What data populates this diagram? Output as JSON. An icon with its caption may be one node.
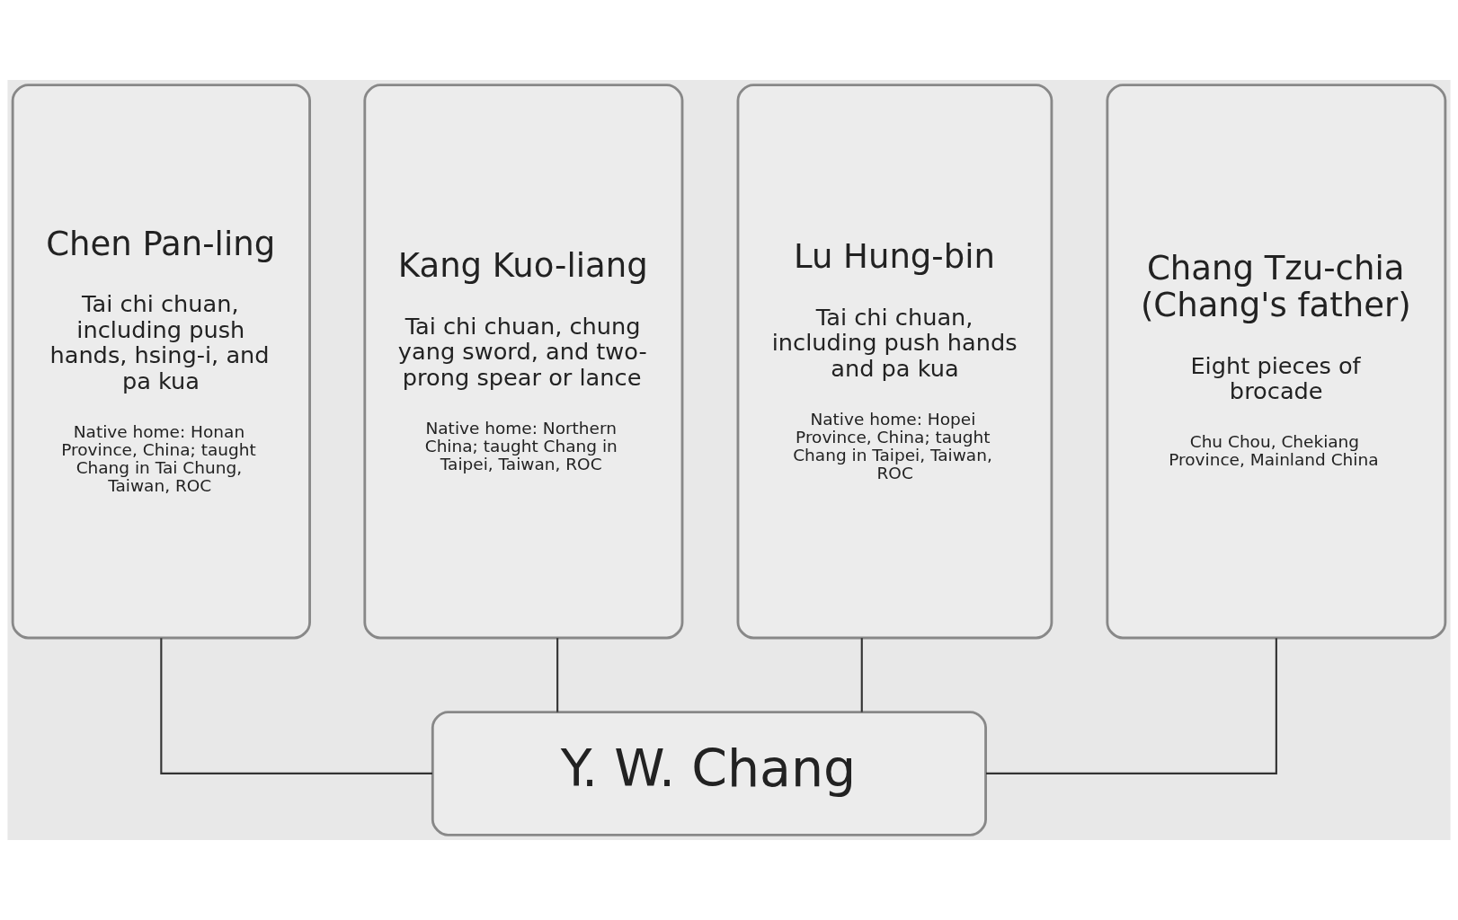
{
  "diagram": {
    "nodes": [
      {
        "text": [
          "Chen Pan-ling",
          "Tai chi chuan, including push hands, hsing-i, and pa kua",
          "Native home: Honan Province, China; taught Chang in Tai Chung, Taiwan, ROC"
        ]
      },
      {
        "text": [
          "Kang Kuo-liang",
          "Tai chi chuan, chung yang sword, and two-prong spear or lance",
          "Native home: Northern China; taught Chang in Taipei, Taiwan, ROC"
        ]
      },
      {
        "text": [
          "Lu Hung-bin",
          "Tai chi chuan, including push hands and pa kua",
          "Native home: Hopei Province, China; taught Chang in Taipei, Taiwan, ROC"
        ]
      },
      {
        "text": [
          "Chang Tzu-chia (Chang's father)",
          "Eight pieces of brocade",
          "Chu Chou, Chekiang Province, Mainland China"
        ]
      },
      {
        "text": [
          "Y. W. Chang"
        ]
      }
    ],
    "edges": [
      {
        "from": 0,
        "to": 4,
        "arrow": "none"
      },
      {
        "from": 1,
        "to": 4,
        "arrow": "none"
      },
      {
        "from": 2,
        "to": 4,
        "arrow": "none"
      },
      {
        "from": 3,
        "to": 4,
        "arrow": "none"
      }
    ]
  }
}
